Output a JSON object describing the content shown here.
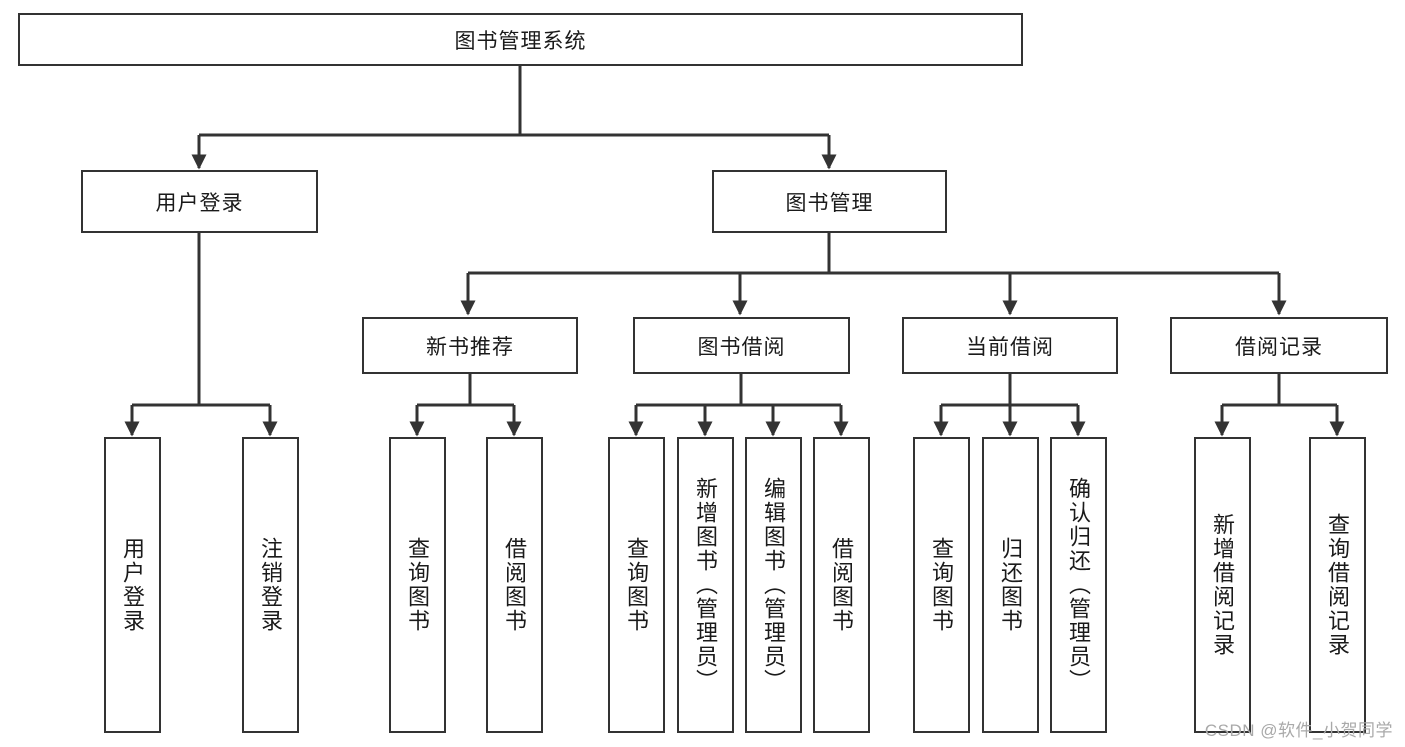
{
  "diagram": {
    "title": "图书管理系统",
    "type": "hierarchy-tree",
    "watermark": "CSDN @软件_小贺同学",
    "colors": {
      "stroke": "#333333",
      "fill": "#ffffff",
      "text": "#1a1a1a",
      "watermark": "#a9a9a9"
    },
    "nodes": {
      "root": {
        "label": "图书管理系统",
        "orientation": "horizontal"
      },
      "l2": [
        {
          "id": "user-login",
          "label": "用户登录",
          "orientation": "horizontal"
        },
        {
          "id": "book-manage",
          "label": "图书管理",
          "orientation": "horizontal"
        }
      ],
      "l3": [
        {
          "id": "new-book-rec",
          "label": "新书推荐",
          "orientation": "horizontal"
        },
        {
          "id": "book-borrow",
          "label": "图书借阅",
          "orientation": "horizontal"
        },
        {
          "id": "current-borrow",
          "label": "当前借阅",
          "orientation": "horizontal"
        },
        {
          "id": "borrow-record",
          "label": "借阅记录",
          "orientation": "horizontal"
        }
      ],
      "leaves": [
        {
          "id": "leaf-user-login",
          "label": "用户登录",
          "orientation": "vertical",
          "parent": "user-login"
        },
        {
          "id": "leaf-logout",
          "label": "注销登录",
          "orientation": "vertical",
          "parent": "user-login"
        },
        {
          "id": "leaf-query-book-1",
          "label": "查询图书",
          "orientation": "vertical",
          "parent": "new-book-rec"
        },
        {
          "id": "leaf-borrow-book-1",
          "label": "借阅图书",
          "orientation": "vertical",
          "parent": "new-book-rec"
        },
        {
          "id": "leaf-query-book-2",
          "label": "查询图书",
          "orientation": "vertical",
          "parent": "book-borrow"
        },
        {
          "id": "leaf-add-book",
          "label": "新增图书（管理员）",
          "orientation": "vertical",
          "parent": "book-borrow"
        },
        {
          "id": "leaf-edit-book",
          "label": "编辑图书（管理员）",
          "orientation": "vertical",
          "parent": "book-borrow"
        },
        {
          "id": "leaf-borrow-book-2",
          "label": "借阅图书",
          "orientation": "vertical",
          "parent": "book-borrow"
        },
        {
          "id": "leaf-query-book-3",
          "label": "查询图书",
          "orientation": "vertical",
          "parent": "current-borrow"
        },
        {
          "id": "leaf-return-book",
          "label": "归还图书",
          "orientation": "vertical",
          "parent": "current-borrow"
        },
        {
          "id": "leaf-confirm-return",
          "label": "确认归还（管理员）",
          "orientation": "vertical",
          "parent": "current-borrow"
        },
        {
          "id": "leaf-add-record",
          "label": "新增借阅记录",
          "orientation": "vertical",
          "parent": "borrow-record"
        },
        {
          "id": "leaf-query-record",
          "label": "查询借阅记录",
          "orientation": "vertical",
          "parent": "borrow-record"
        }
      ]
    }
  }
}
